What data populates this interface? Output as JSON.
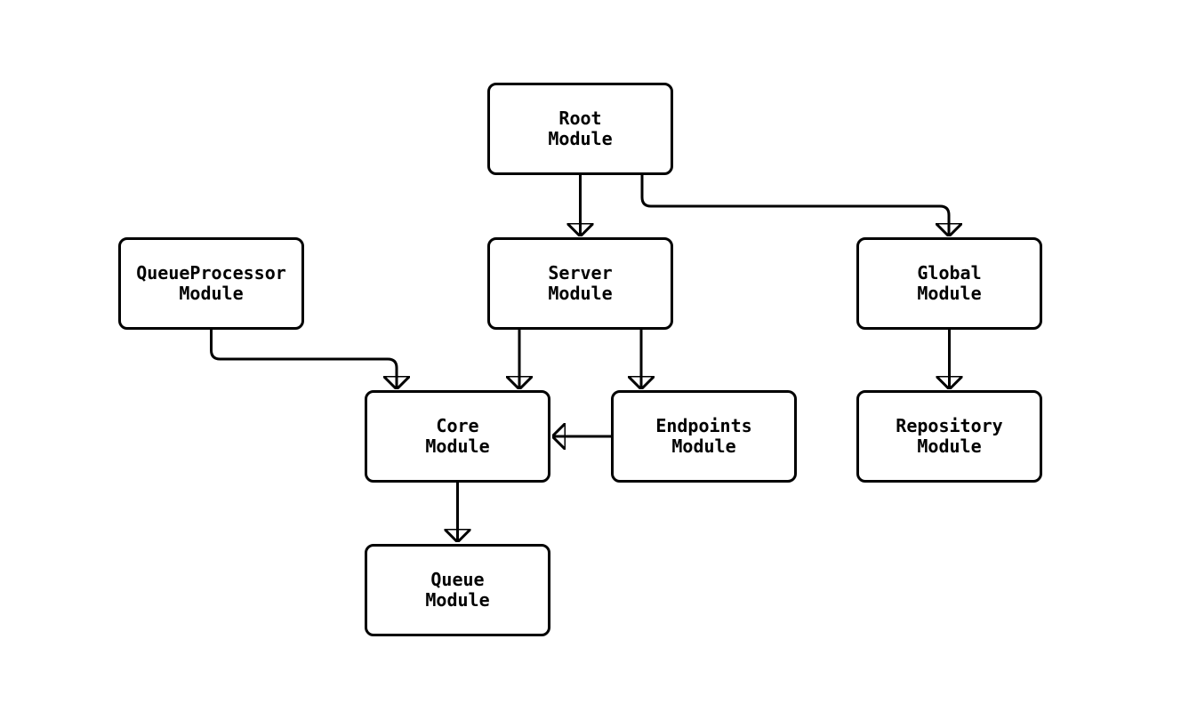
{
  "diagram": {
    "type": "flowchart",
    "direction": "top-down",
    "colors": {
      "background": "#ffffff",
      "node_fill": "#ffffff",
      "node_border": "#000000",
      "edge": "#000000",
      "text": "#000000"
    },
    "nodes": {
      "root": {
        "label": "Root\nModule"
      },
      "queue_processor": {
        "label": "QueueProcessor\nModule"
      },
      "server": {
        "label": "Server\nModule"
      },
      "global": {
        "label": "Global\nModule"
      },
      "core": {
        "label": "Core\nModule"
      },
      "endpoints": {
        "label": "Endpoints\nModule"
      },
      "repository": {
        "label": "Repository\nModule"
      },
      "queue": {
        "label": "Queue\nModule"
      }
    },
    "edges": [
      {
        "from": "Root Module",
        "to": "Server Module"
      },
      {
        "from": "Root Module",
        "to": "Global Module"
      },
      {
        "from": "QueueProcessor Module",
        "to": "Core Module"
      },
      {
        "from": "Server Module",
        "to": "Core Module"
      },
      {
        "from": "Server Module",
        "to": "Endpoints Module"
      },
      {
        "from": "Endpoints Module",
        "to": "Core Module"
      },
      {
        "from": "Global Module",
        "to": "Repository Module"
      },
      {
        "from": "Core Module",
        "to": "Queue Module"
      }
    ]
  }
}
